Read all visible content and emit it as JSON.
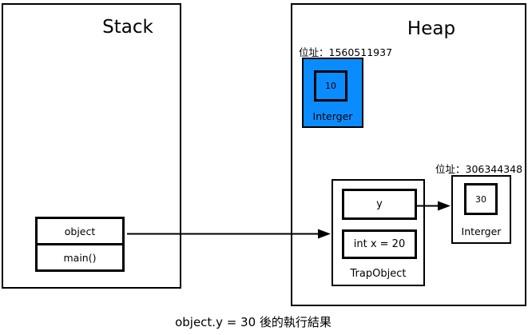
{
  "caption": "object.y = 30 後的執行結果",
  "colors": {
    "background": "#ffffff",
    "line": "#000000",
    "heap_object_fill": "#0a8cff"
  },
  "stack": {
    "title": "Stack",
    "frames": [
      {
        "label": "object"
      },
      {
        "label": "main()"
      }
    ]
  },
  "heap": {
    "title": "Heap",
    "integer10": {
      "address_label": "位址：1560511937",
      "value": "10",
      "type_label": "Interger"
    },
    "trap": {
      "type_label": "TrapObject",
      "fields": [
        {
          "label": "y"
        },
        {
          "label": "int x = 20"
        }
      ]
    },
    "integer30": {
      "address_label": "位址：306344348",
      "value": "30",
      "type_label": "Interger"
    }
  }
}
